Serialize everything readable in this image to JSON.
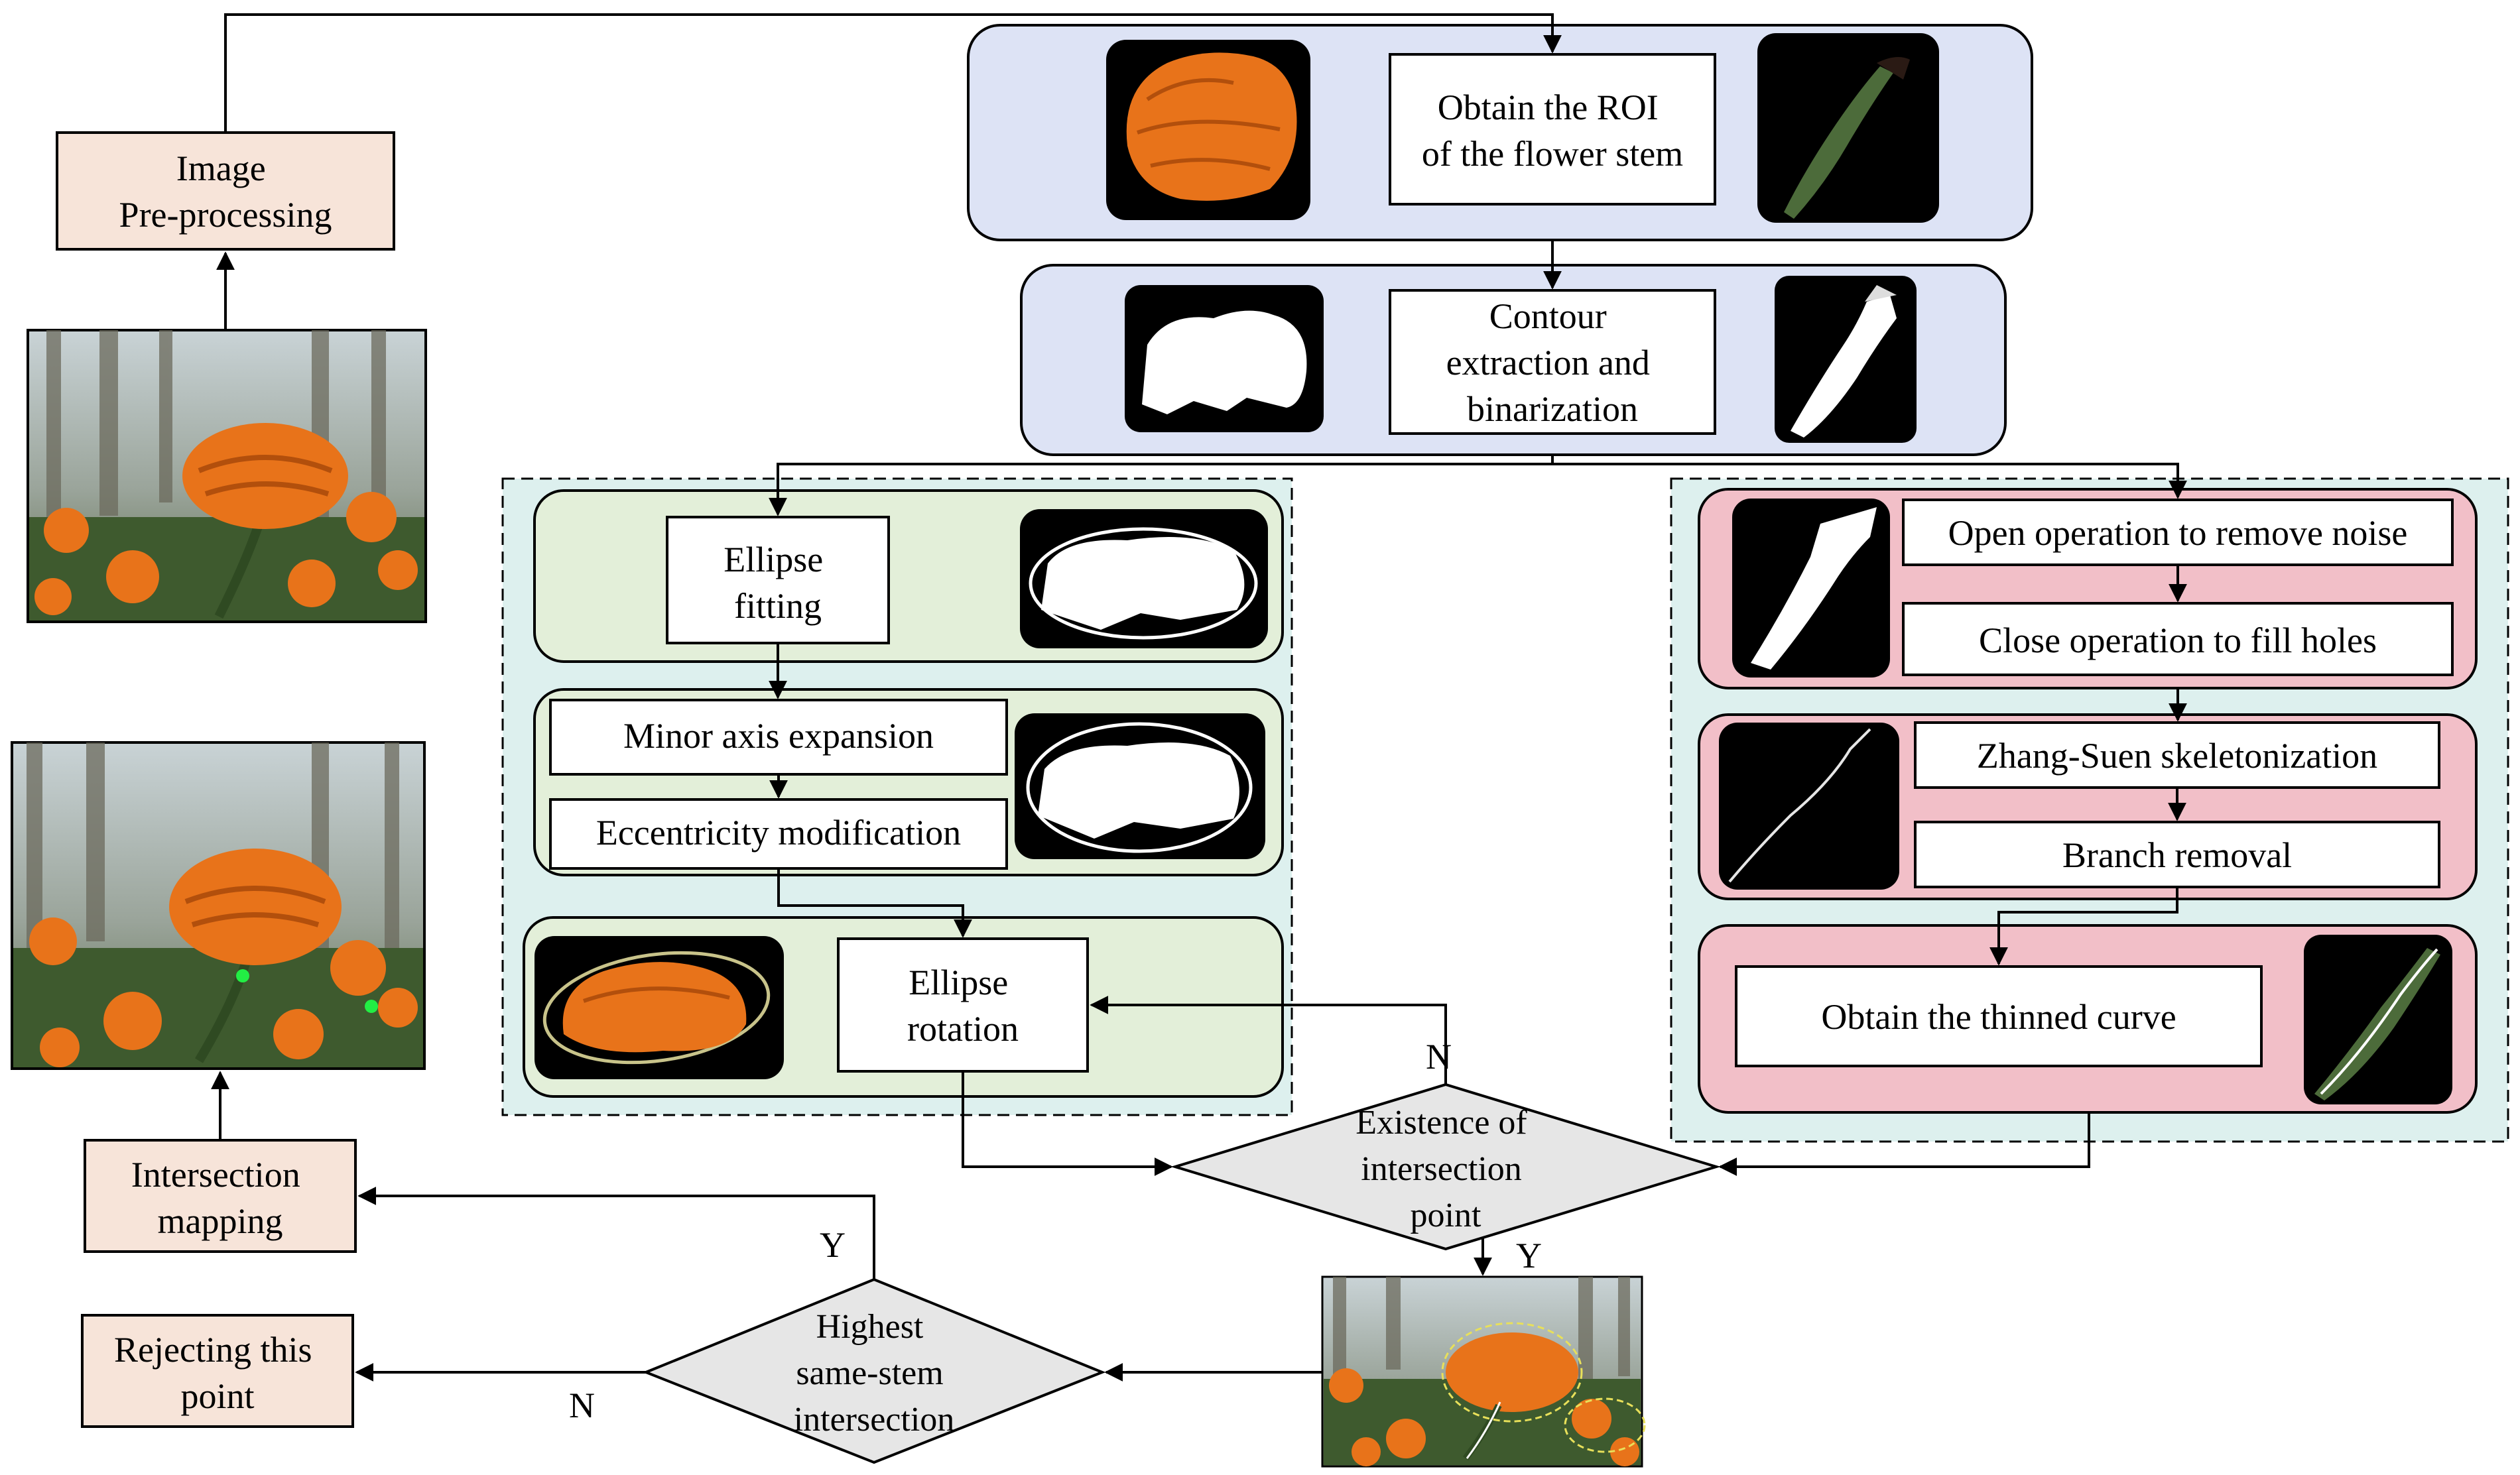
{
  "steps": {
    "preprocess": [
      "Image",
      "Pre-processing"
    ],
    "roi": [
      "Obtain the ROI",
      "of the flower stem"
    ],
    "contour": [
      "Contour",
      "extraction and",
      "binarization"
    ],
    "ellipse_fit": [
      "Ellipse",
      "fitting"
    ],
    "minor_axis": "Minor axis expansion",
    "eccentricity": "Eccentricity modification",
    "ellipse_rot": [
      "Ellipse",
      "rotation"
    ],
    "open_op": "Open operation to remove noise",
    "close_op": "Close operation to fill holes",
    "zhang": "Zhang-Suen skeletonization",
    "branch": "Branch removal",
    "thinned": "Obtain the thinned curve",
    "intersect_map": [
      "Intersection",
      "mapping"
    ],
    "reject": [
      "Rejecting this",
      "point"
    ]
  },
  "decisions": {
    "existence": [
      "Existence of",
      "intersection",
      "point"
    ],
    "highest": [
      "Highest",
      "same-stem",
      "intersection"
    ]
  },
  "branch_labels": {
    "n_top": "N",
    "y_top": "Y",
    "y_left": "Y",
    "n_left": "N"
  },
  "colors": {
    "blue_panel": "#dde3f5",
    "green_panel": "#e3efd9",
    "pink_panel": "#f2bfc8",
    "dashed_bg": "#ddf0ee",
    "peach_box": "#f7e4d9",
    "diamond": "#e6e6e6",
    "flower": "#e8731a",
    "stem": "#4c6b3a"
  }
}
